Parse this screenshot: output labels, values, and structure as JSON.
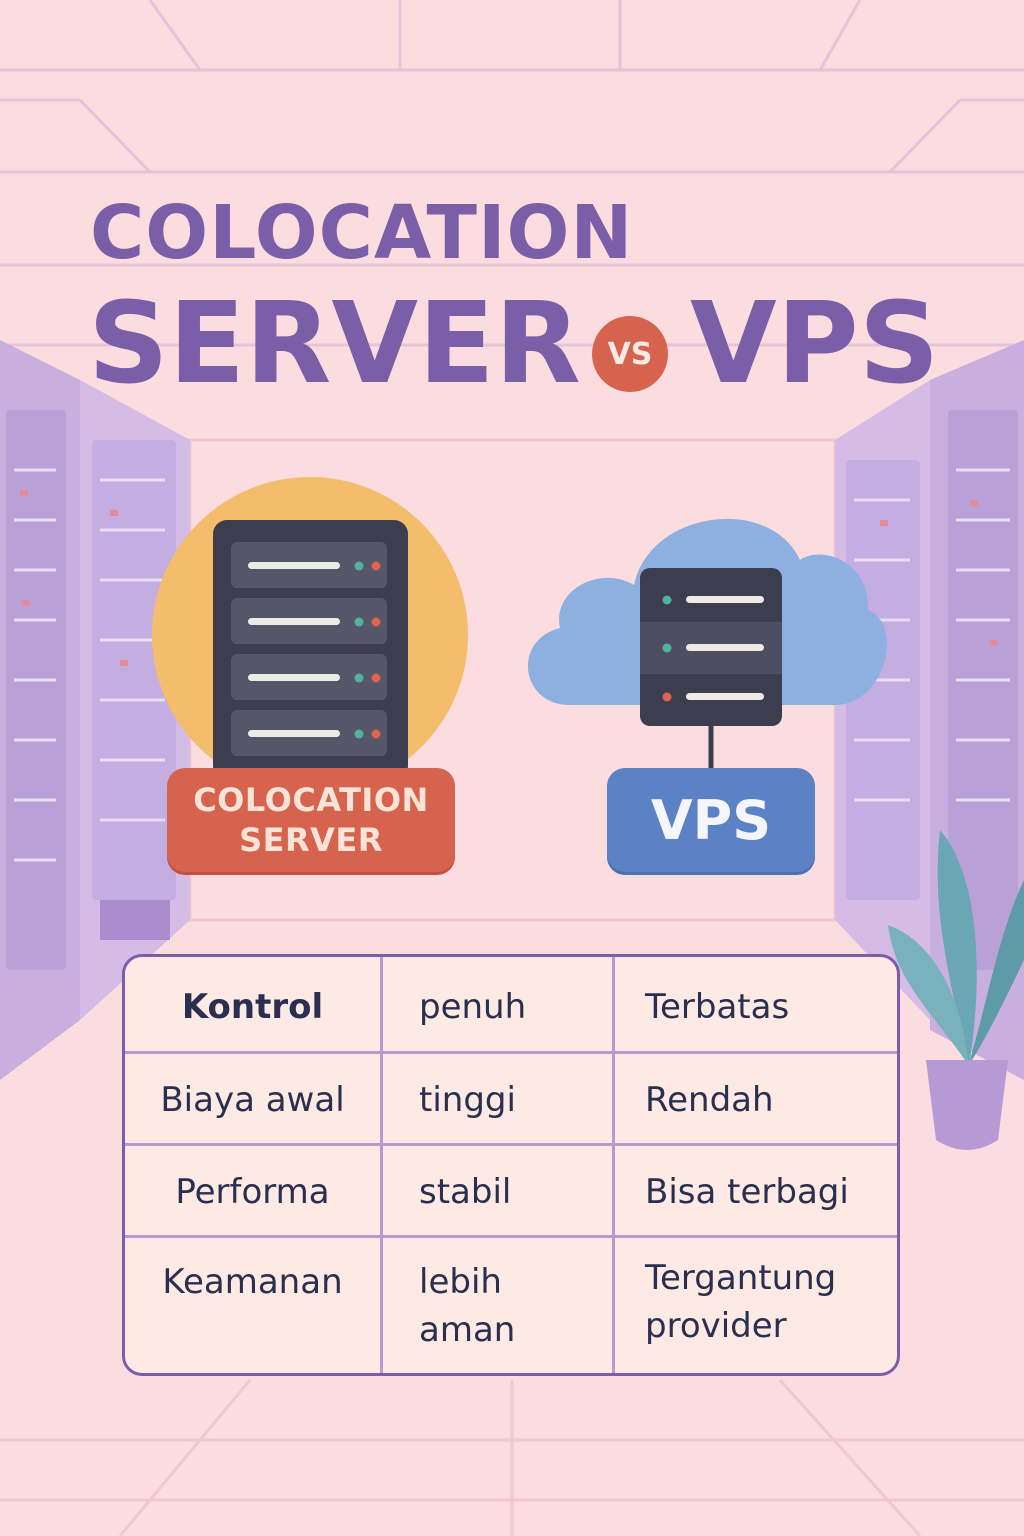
{
  "title": {
    "line1": "COLOCATION",
    "line2": "SERVER",
    "vs": "VS",
    "line3": "VPS"
  },
  "labels": {
    "colocation": [
      "COLOCATION",
      "SERVER"
    ],
    "vps": "VPS"
  },
  "table": {
    "rows": [
      [
        "Kontrol",
        "penuh",
        "Terbatas"
      ],
      [
        "Biaya awal",
        "tinggi",
        "Rendah"
      ],
      [
        "Performa",
        "stabil",
        "Bisa terbagi"
      ],
      [
        "Keamanan",
        "lebih\naman",
        "Tergantung\nprovider"
      ]
    ]
  },
  "colors": {
    "background": "#fbdcdf",
    "title": "#7b5ea8",
    "accent_red": "#d6634e",
    "accent_blue": "#5a82c4",
    "sun": "#f3bd6c",
    "cloud": "#8eb0e0",
    "rack": "#b7a2dc",
    "plant": "#6aa6b4"
  },
  "icons": [
    "server-rack-icon",
    "cloud-server-icon",
    "plant-icon",
    "data-center-racks"
  ]
}
